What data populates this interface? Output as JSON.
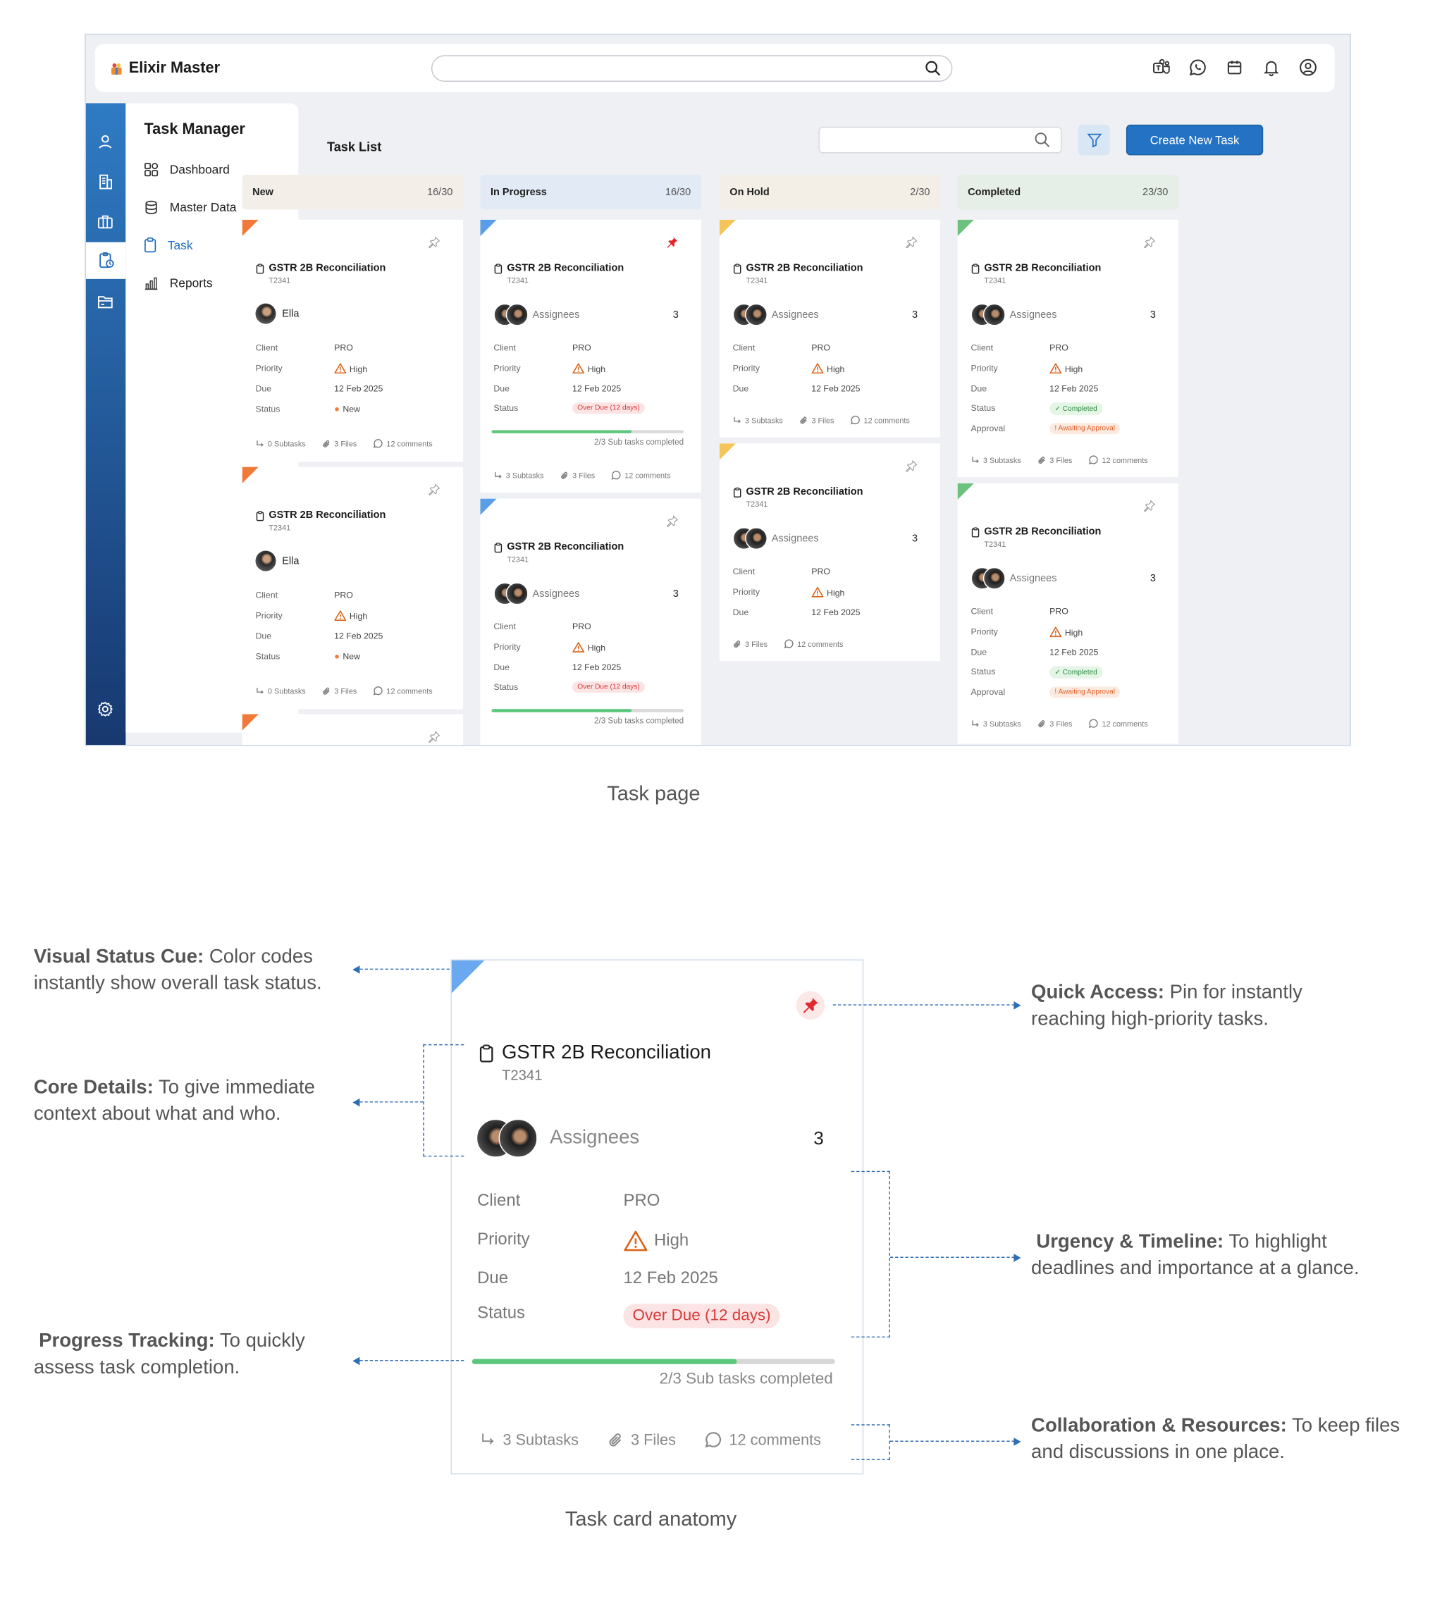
{
  "app": {
    "brand": "Elixir Master",
    "topbar_icons": [
      "teams-icon",
      "whatsapp-icon",
      "calendar-icon",
      "bell-icon",
      "user-circle-icon"
    ],
    "rail_icons": [
      "user-icon",
      "building-icon",
      "briefcase-icon",
      "task-clock-icon",
      "folder-icon",
      "settings-icon"
    ],
    "sidenav": {
      "title": "Task Manager",
      "items": [
        {
          "label": "Dashboard",
          "icon": "dashboard-icon"
        },
        {
          "label": "Master Data",
          "icon": "database-icon"
        },
        {
          "label": "Task",
          "icon": "clipboard-icon",
          "active": true
        },
        {
          "label": "Reports",
          "icon": "bar-chart-icon"
        }
      ]
    },
    "content": {
      "title": "Task List",
      "create_button": "Create New Task"
    },
    "columns": [
      {
        "name": "New",
        "count": "16/30",
        "color": "#f4eee9",
        "accent": "#f07a3a"
      },
      {
        "name": "In Progress",
        "count": "16/30",
        "color": "#e2eaf5",
        "accent": "#5a9ee8"
      },
      {
        "name": "On Hold",
        "count": "2/30",
        "color": "#f4efe6",
        "accent": "#f5c55a"
      },
      {
        "name": "Completed",
        "count": "23/30",
        "color": "#e5efe7",
        "accent": "#6cc27c"
      }
    ],
    "card": {
      "title": "GSTR 2B Reconciliation",
      "code": "T2341",
      "assignee": "Ella",
      "assignees_label": "Assignees",
      "assignees_count": "3",
      "labels": {
        "client": "Client",
        "priority": "Priority",
        "due": "Due",
        "status": "Status",
        "approval": "Approval"
      },
      "client": "PRO",
      "priority": "High",
      "due": "12 Feb 2025",
      "status_new": "New",
      "status_overdue": "Over Due (12 days)",
      "status_completed": "Completed",
      "approval": "! Awaiting Approval",
      "progress_text": "2/3 Sub tasks completed",
      "progress": 0.73,
      "subtasks_0": "0 Subtasks",
      "subtasks_3": "3 Subtasks",
      "files": "3 Files",
      "comments": "12 comments"
    }
  },
  "captions": {
    "task_page": "Task page",
    "anatomy": "Task card anatomy"
  },
  "anatomy": {
    "title": "GSTR 2B Reconciliation",
    "code": "T2341",
    "assignees_label": "Assignees",
    "assignees_count": "3",
    "client_label": "Client",
    "client": "PRO",
    "priority_label": "Priority",
    "priority": "High",
    "due_label": "Due",
    "due": "12 Feb 2025",
    "status_label": "Status",
    "status": "Over Due (12 days)",
    "progress": 0.73,
    "progress_text": "2/3 Sub tasks completed",
    "subtasks": "3 Subtasks",
    "files": "3 Files",
    "comments": "12 comments",
    "notes": {
      "visual_b": "Visual Status Cue:",
      "visual_t": " Color codes instantly show overall task status.",
      "core_b": "Core Details:",
      "core_t": " To give immediate context about what and who.",
      "progress_b": "Progress Tracking:",
      "progress_t": " To quickly assess task completion.",
      "quick_b": "Quick Access:",
      "quick_t": " Pin for instantly reaching high-priority tasks.",
      "urgency_b": "Urgency & Timeline:",
      "urgency_t": " To highlight deadlines and importance at a glance.",
      "collab_b": "Collaboration & Resources:",
      "collab_t": " To keep files and discussions in one place."
    }
  }
}
